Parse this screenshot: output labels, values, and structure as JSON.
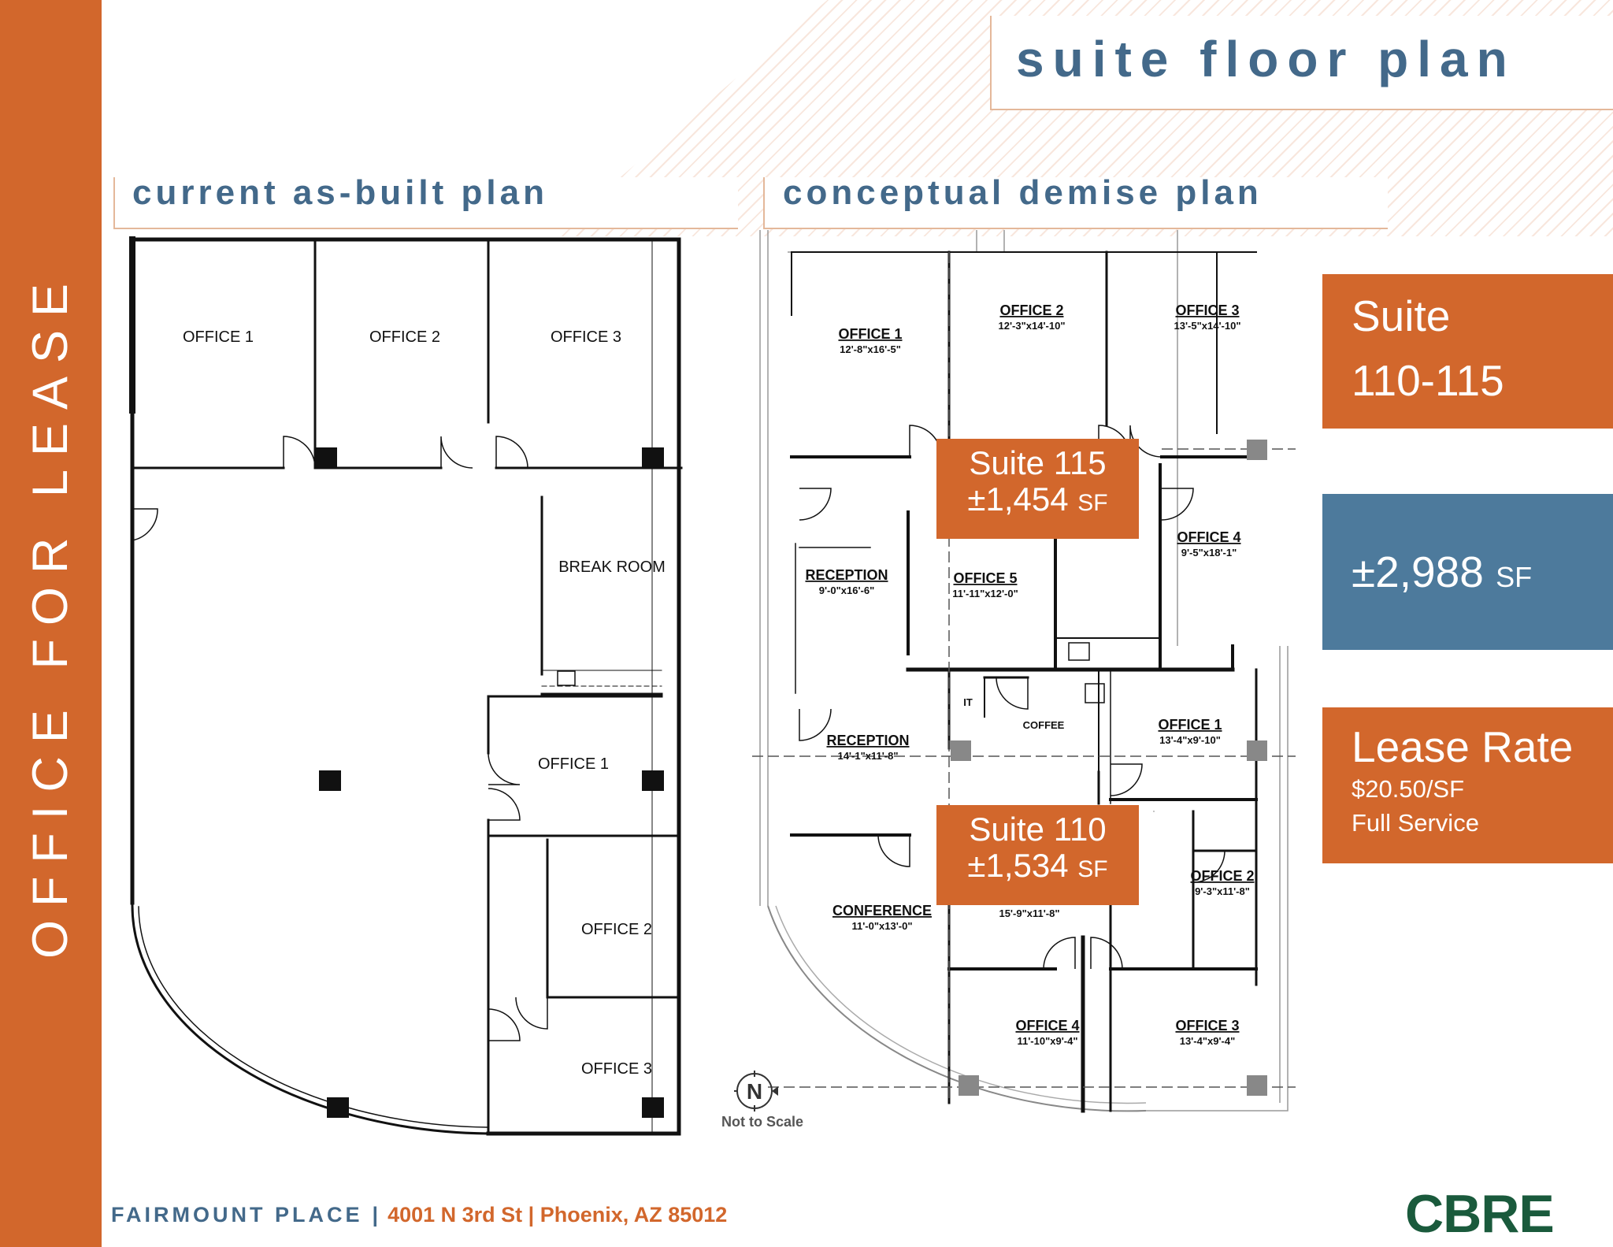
{
  "header": {
    "title": "suite floor plan"
  },
  "sidebar": {
    "label": "OFFICE FOR LEASE"
  },
  "sections": {
    "as_built": "current as-built plan",
    "demise": "conceptual demise plan"
  },
  "as_built_rooms": {
    "office1_top": "OFFICE 1",
    "office2_top": "OFFICE 2",
    "office3_top": "OFFICE 3",
    "break_room": "BREAK ROOM",
    "office1_right": "OFFICE 1",
    "office2_right": "OFFICE 2",
    "office3_right": "OFFICE 3"
  },
  "demise_rooms": {
    "office1": {
      "name": "OFFICE 1",
      "dim": "12'-8\"x16'-5\""
    },
    "office2": {
      "name": "OFFICE 2",
      "dim": "12'-3\"x14'-10\""
    },
    "office3": {
      "name": "OFFICE 3",
      "dim": "13'-5\"x14'-10\""
    },
    "office4": {
      "name": "OFFICE 4",
      "dim": "9'-5\"x18'-1\""
    },
    "reception_top": {
      "name": "RECEPTION",
      "dim": "9'-0\"x16'-6\""
    },
    "office5": {
      "name": "OFFICE 5",
      "dim": "11'-11\"x12'-0\""
    },
    "it": "IT",
    "coffee": "COFFEE",
    "reception_bottom": {
      "name": "RECEPTION",
      "dim": "14'-1\"x11'-8\""
    },
    "office1_b": {
      "name": "OFFICE 1",
      "dim": "13'-4\"x9'-10\""
    },
    "conference": {
      "name": "CONFERENCE",
      "dim": "11'-0\"x13'-0\""
    },
    "mid_dim": "15'-9\"x11'-8\"",
    "office2_b": {
      "name": "OFFICE 2",
      "dim": "9'-3\"x11'-8\""
    },
    "office4_b": {
      "name": "OFFICE 4",
      "dim": "11'-10\"x9'-4\""
    },
    "office3_b": {
      "name": "OFFICE 3",
      "dim": "13'-4\"x9'-4\""
    }
  },
  "suite115": {
    "name": "Suite 115",
    "area": "±1,454",
    "unit": "SF"
  },
  "suite110": {
    "name": "Suite 110",
    "area": "±1,534",
    "unit": "SF"
  },
  "north": {
    "letter": "N",
    "note": "Not to Scale"
  },
  "panels": {
    "suite_label": "Suite",
    "suite_range": "110-115",
    "total_area": "±2,988",
    "total_unit": "SF",
    "lease_title": "Lease Rate",
    "lease_price": "$20.50/SF",
    "lease_type": "Full Service"
  },
  "footer": {
    "property": "FAIRMOUNT PLACE",
    "separator": "|",
    "address": "4001 N 3rd St | Phoenix, AZ 85012"
  },
  "logo": {
    "text": "CBRE"
  },
  "colors": {
    "orange": "#d2672c",
    "blue": "#4d7a9c",
    "title_blue": "#43698a",
    "logo_green": "#1a5a3c"
  }
}
